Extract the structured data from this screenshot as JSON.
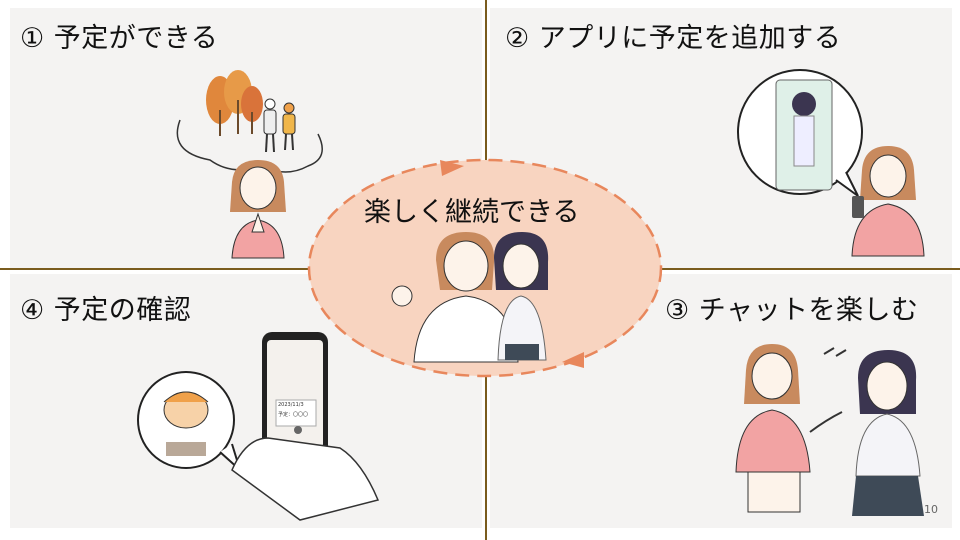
{
  "panels": {
    "p1": {
      "title": "① 予定ができる"
    },
    "p2": {
      "title": "② アプリに予定を追加する"
    },
    "p3": {
      "title": "③ チャットを楽しむ"
    },
    "p4": {
      "title": "④ 予定の確認"
    }
  },
  "center": {
    "title": "楽しく継続できる"
  },
  "phone_screen": {
    "date": "2023/11/3",
    "memo": "予定：〇〇〇"
  },
  "page_number": "10",
  "colors": {
    "panel_bg": "#f4f3f2",
    "divider": "#7a5c1e",
    "cycle_fill": "#f8d4c0",
    "cycle_stroke": "#e8875c",
    "pink_shirt": "#f2a3a3",
    "hair_brown": "#c88a5e",
    "autumn_tree": "#e0873c"
  }
}
